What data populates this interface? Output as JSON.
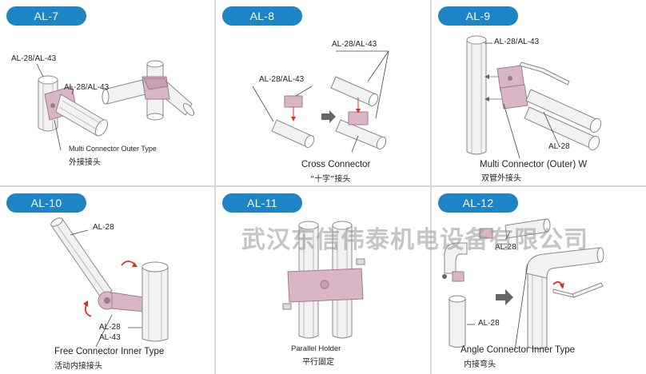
{
  "panels": [
    {
      "id": "AL-7",
      "badge": "AL-7",
      "labels": [
        "AL-28/AL-43",
        "AL-28/AL-43"
      ],
      "caption_en": "Multi Connector Outer Type",
      "caption_cn": "外接接头"
    },
    {
      "id": "AL-8",
      "badge": "AL-8",
      "labels": [
        "AL-28/AL-43",
        "AL-28/AL-43"
      ],
      "caption_en": "Cross Connector",
      "caption_cn": "“十字”接头"
    },
    {
      "id": "AL-9",
      "badge": "AL-9",
      "labels": [
        "AL-28/AL-43",
        "AL-28"
      ],
      "caption_en": "Multi Connector (Outer) W",
      "caption_cn": "双管外接头"
    },
    {
      "id": "AL-10",
      "badge": "AL-10",
      "labels": [
        "AL-28",
        "AL-28",
        "AL-43"
      ],
      "caption_en": "Free Connector Inner Type",
      "caption_cn": "活动内接接头"
    },
    {
      "id": "AL-11",
      "badge": "AL-11",
      "labels": [],
      "caption_en": "Parallel Holder",
      "caption_cn": "平行固定"
    },
    {
      "id": "AL-12",
      "badge": "AL-12",
      "labels": [
        "AL-28",
        "AL-28"
      ],
      "caption_en": "Angle Connector Inner Type",
      "caption_cn": "内接弯头"
    }
  ],
  "watermark": "武汉东信伟泰机电设备有限公司",
  "colors": {
    "badge": "#1d84c6",
    "tube_fill": "#f2f2f2",
    "tube_stroke": "#888888",
    "connector": "#d9b6c6",
    "arrow": "#666666",
    "rotate_arrow": "#d8322a"
  }
}
